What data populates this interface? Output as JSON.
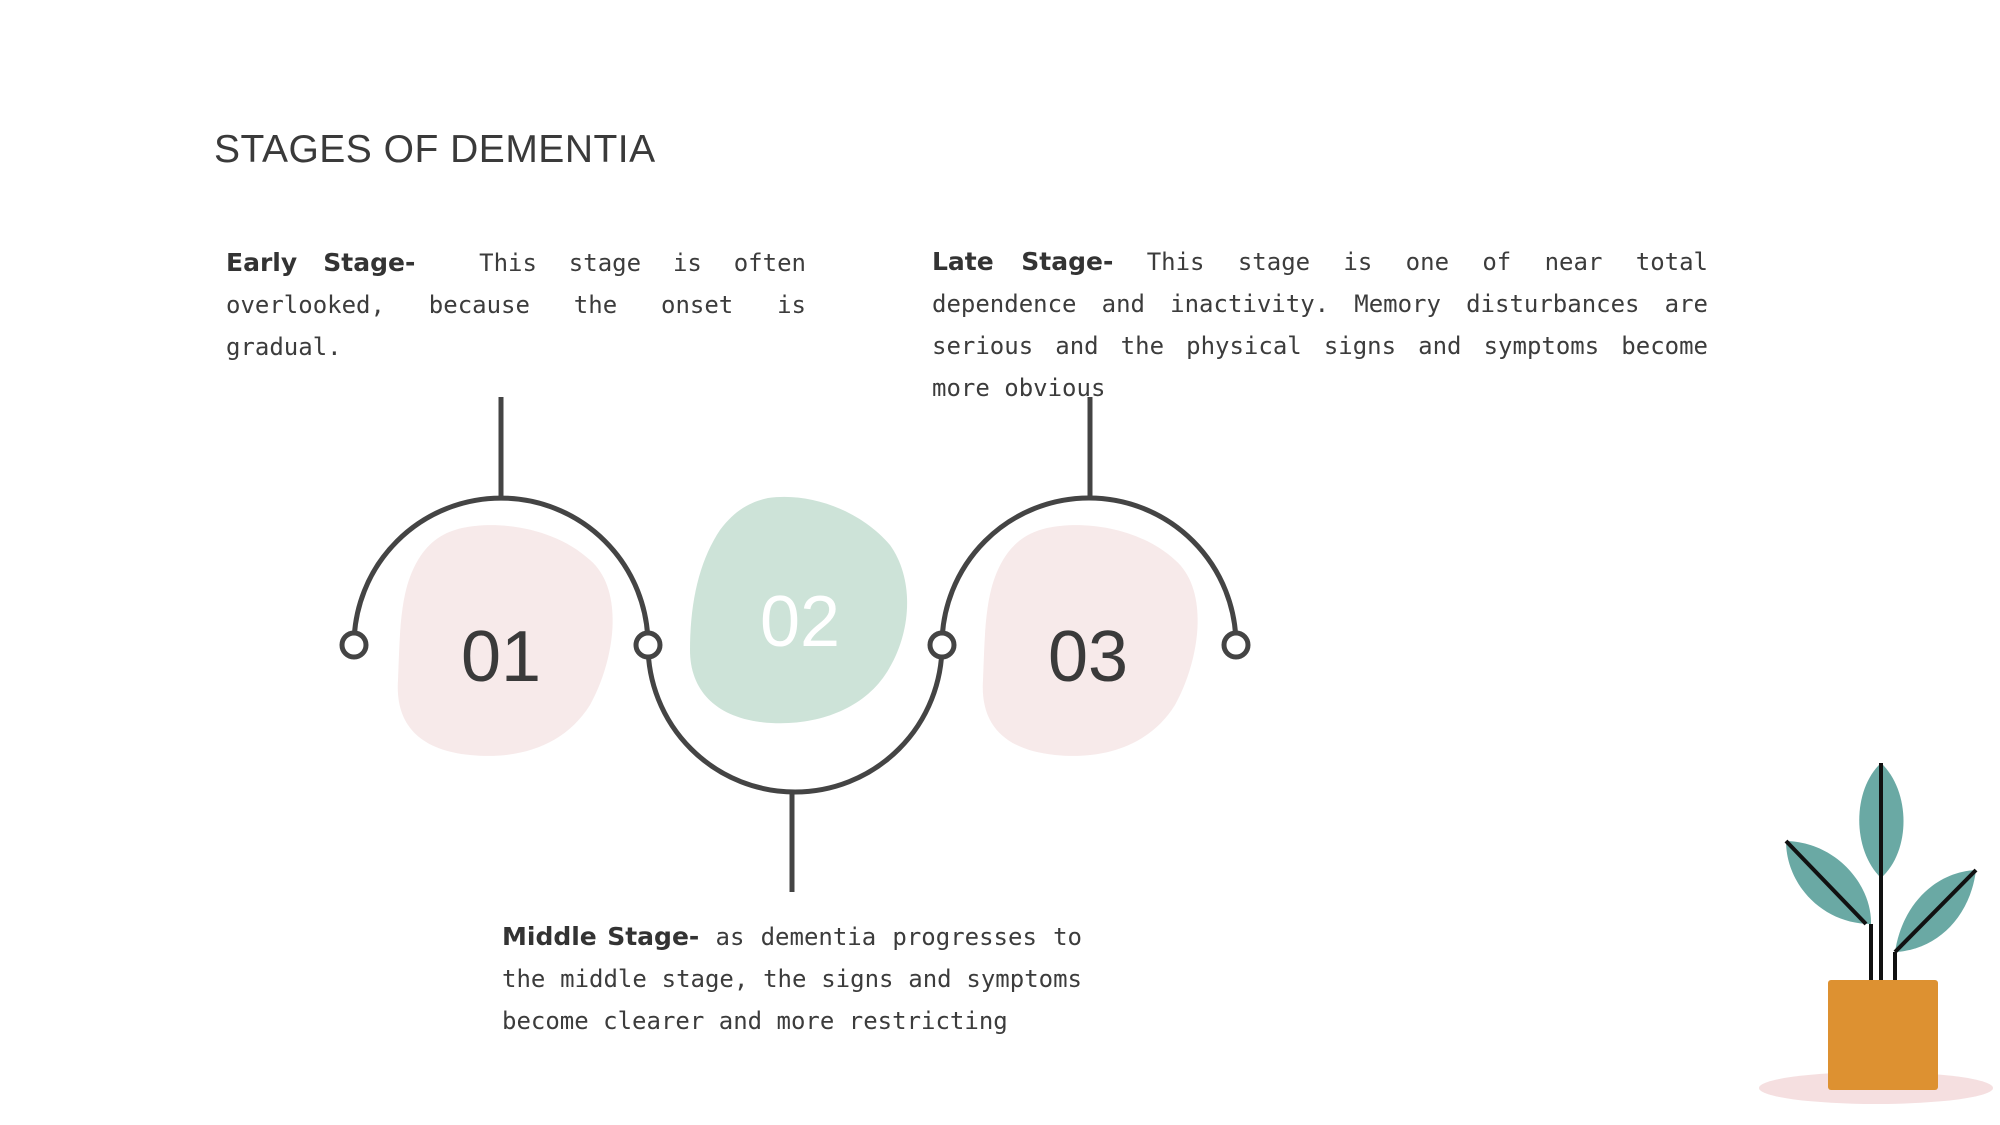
{
  "slide": {
    "title": "STAGES OF DEMENTIA"
  },
  "stages": [
    {
      "number": "01",
      "heading": "Early Stage-",
      "text": "This stage is often overlooked, because the onset is gradual.",
      "blob_color": "#f7eaea",
      "number_color": "#3a3a3a"
    },
    {
      "number": "02",
      "heading": "Middle Stage-",
      "text": "as dementia progresses to the middle stage, the signs and symptoms become clearer and more restricting",
      "blob_color": "#cde3d8",
      "number_color": "#ffffff"
    },
    {
      "number": "03",
      "heading": "Late Stage-",
      "text": "This stage is one of near total dependence and inactivity. Memory disturbances are serious and the physical signs and symptoms become more obvious",
      "blob_color": "#f7eaea",
      "number_color": "#3a3a3a"
    }
  ],
  "colors": {
    "line": "#444444",
    "leaf": "#6aa9a4",
    "pot": "#dd9131",
    "pot_shadow": "#f5dfe0"
  },
  "decor": {
    "plant": "potted-plant-icon"
  }
}
